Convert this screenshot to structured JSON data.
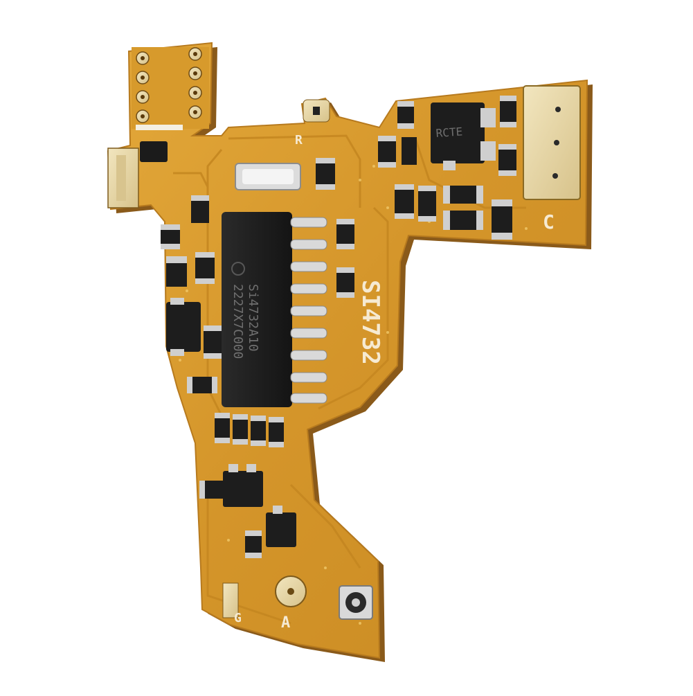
{
  "photo": {
    "background": "#ffffff",
    "board_color": "#d79a2c",
    "board_edge": "#8a5a1a",
    "gold_pad": "#e8d7a6",
    "component_black": "#1b1b1b"
  },
  "silkscreen": {
    "model": "SI4732",
    "label_r": "R",
    "label_c": "C",
    "label_a": "A",
    "label_g": "G"
  },
  "main_chip": {
    "line1": "Si4732A10",
    "line2": "2227X7C000"
  },
  "regulator": {
    "marking": "RCTE"
  }
}
